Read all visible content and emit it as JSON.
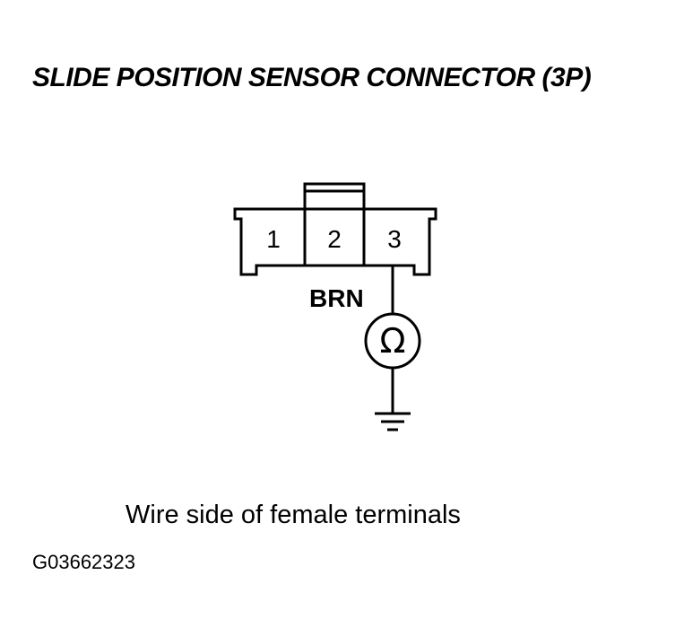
{
  "title": "SLIDE POSITION SENSOR CONNECTOR (3P)",
  "connector": {
    "terminals": [
      "1",
      "2",
      "3"
    ]
  },
  "wire": {
    "color_label": "BRN"
  },
  "meter": {
    "symbol": "Ω",
    "icon": "ohmmeter-icon"
  },
  "ground": {
    "icon": "ground-icon"
  },
  "caption": "Wire side of female terminals",
  "figure_id": "G03662323",
  "colors": {
    "line": "#000000",
    "background": "#ffffff"
  }
}
